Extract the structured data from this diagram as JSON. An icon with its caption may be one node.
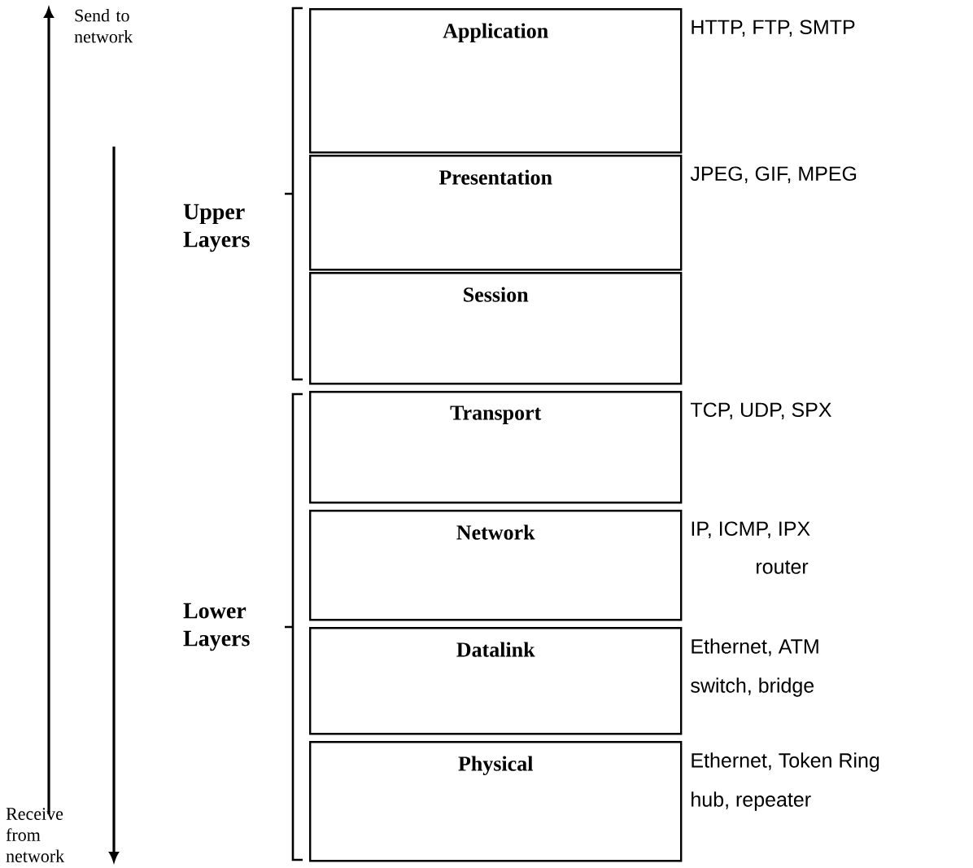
{
  "diagram": {
    "nodes": [
      {
        "text": [
          "Application"
        ],
        "beside": [
          "HTTP, FTP, SMTP"
        ]
      },
      {
        "text": [
          "Presentation"
        ],
        "beside": [
          "JPEG, GIF, MPEG"
        ]
      },
      {
        "text": [
          "Session"
        ]
      },
      {
        "text": [
          "Transport"
        ],
        "beside": [
          "TCP,  UDP, SPX"
        ]
      },
      {
        "text": [
          "Network"
        ],
        "beside": [
          "IP, ICMP, IPX",
          "router"
        ]
      },
      {
        "text": [
          "Datalink"
        ],
        "beside": [
          "Ethernet, ATM",
          "switch, bridge"
        ]
      },
      {
        "text": [
          "Physical"
        ],
        "beside": [
          "Ethernet, Token Ring",
          "hub, repeater"
        ]
      }
    ],
    "edges": [],
    "labels": [
      "Send to network",
      "Upper Layers",
      "Lower Layers",
      "Receive from network"
    ]
  }
}
